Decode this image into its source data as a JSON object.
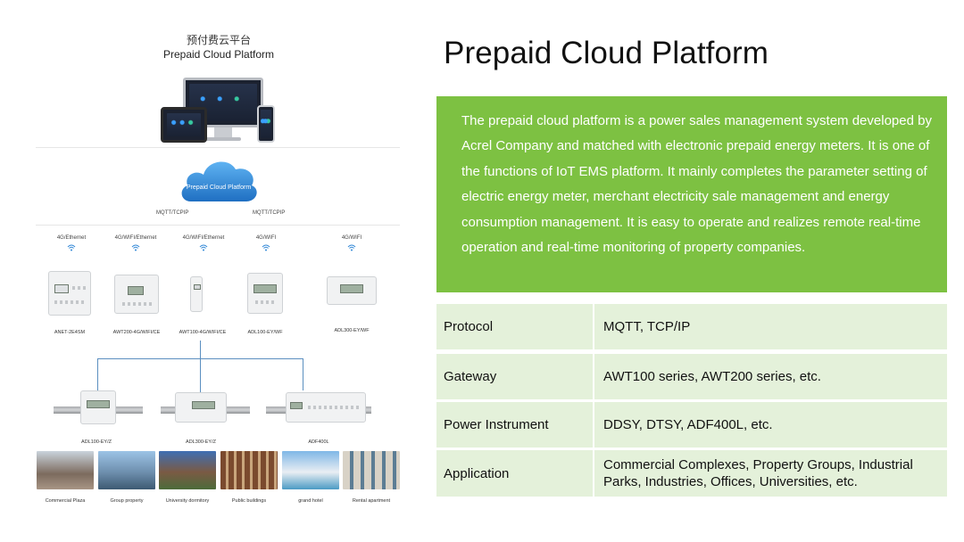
{
  "diagram": {
    "title_cn": "预付费云平台",
    "title_en": "Prepaid Cloud Platform",
    "cloud_label": "Prepaid Cloud Platform",
    "protocols": [
      "MQTT/TCPIP",
      "MQTT/TCPIP"
    ],
    "networks": [
      "4G/Ethernet",
      "4G/WIFI/Ethernet",
      "4G/WIFI/Ethernet",
      "4G/WIFI",
      "4G/WIFI"
    ],
    "gateways": [
      "ANET-2E4SM",
      "AWT200-4G/WIFI/CE",
      "AWT100-4G/WIFI/CE",
      "ADL100-EY/WF",
      "ADL300-EY/WF"
    ],
    "meters": [
      "ADL100-EY/Z",
      "ADL300-EY/Z",
      "ADF400L"
    ],
    "applications": [
      "Commercial Plaza",
      "Group property",
      "University dormitory",
      "Public buildings",
      "grand hotel",
      "Rental apartment"
    ]
  },
  "panel": {
    "title": "Prepaid Cloud Platform",
    "description": "The prepaid cloud platform is a power sales management system developed by Acrel Company and matched with electronic prepaid energy meters. It is one of the functions of IoT EMS platform. It mainly completes the parameter setting of electric energy meter, merchant electricity sale management and energy consumption management. It is easy to operate and realizes remote real-time operation and real-time monitoring of property companies.",
    "specs": [
      {
        "label": "Protocol",
        "value": "MQTT, TCP/IP"
      },
      {
        "label": "Gateway",
        "value": "AWT100 series, AWT200 series, etc."
      },
      {
        "label": "Power Instrument",
        "value": "DDSY, DTSY, ADF400L, etc."
      },
      {
        "label": "Application",
        "value": "Commercial Complexes, Property Groups, Industrial Parks, Industries, Offices, Universities, etc."
      }
    ]
  },
  "colors": {
    "accent_green": "#7dc142",
    "table_row": "#e4f1da",
    "cloud_blue": "#2f86d6",
    "link_line": "#5b8fc0"
  }
}
